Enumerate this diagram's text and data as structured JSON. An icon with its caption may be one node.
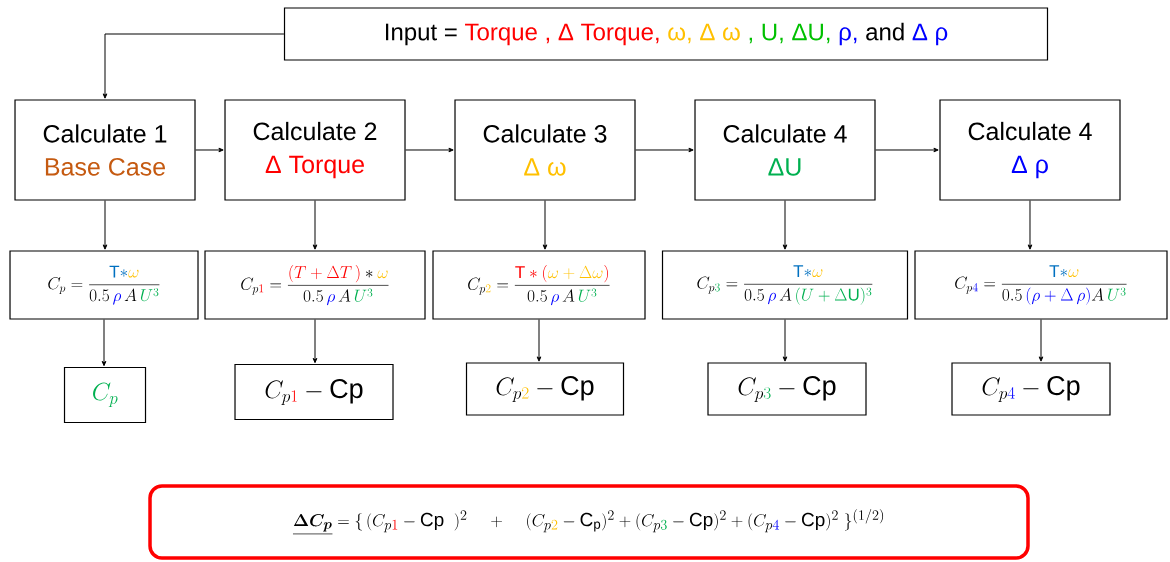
{
  "diagram": {
    "nodes": [
      {
        "text": [
          "Input =",
          "Torque , Δ Torque,",
          "ω, Δ ω",
          ", U, ΔU,",
          "ρ,",
          "and",
          "Δ ρ"
        ]
      },
      {
        "text": [
          "Calculate 1",
          "Base Case"
        ]
      },
      {
        "text": [
          "Calculate 2",
          "Δ Torque"
        ]
      },
      {
        "text": [
          "Calculate 3",
          "Δ ω"
        ]
      },
      {
        "text": [
          "Calculate 4",
          "ΔU"
        ]
      },
      {
        "text": [
          "Calculate 4",
          "Δ ρ"
        ]
      },
      {
        "text": [
          "C_p = \\frac{\\textcolor{cT}{\\mathrm{T} * }\\textcolor{cO}{\\omega}}{0.5\\,\\textcolor{cB}{\\rho}\\,A\\,\\textcolor{cG}{U^3}}"
        ]
      },
      {
        "text": [
          "C_{p\\textcolor{cR}{1}} = \\frac{\\textcolor{cR}{(T + \\Delta T\\,)}*\\textcolor{cO}{\\omega}}{0.5\\,\\textcolor{cB}{\\rho}\\,A\\,\\textcolor{cG}{U^3}}"
        ]
      },
      {
        "text": [
          "C_{p\\textcolor{cO}{2}} = \\frac{\\textcolor{cR}{\\mathrm{T} * (}\\textcolor{cO}{\\omega + \\Delta\\omega}\\textcolor{cR}{)}}{0.5\\,\\textcolor{cB}{\\rho}\\,A\\,\\textcolor{cG}{U^3}}"
        ]
      },
      {
        "text": [
          "C_{p\\textcolor{cG}{3}} = \\frac{\\textcolor{cT}{\\mathrm{T} * }\\textcolor{cO}{\\omega}}{0.5\\,\\textcolor{cB}{\\rho}\\,A\\,\\textcolor{cG}{(U + \\Delta\\mathrm{U})^3}}"
        ]
      },
      {
        "text": [
          "C_{p\\textcolor{cB}{4}} = \\frac{\\textcolor{cT}{\\mathrm{T} * }\\textcolor{cO}{\\omega}}{0.5\\,\\textcolor{cB}{(\\rho + \\Delta\\,\\rho)}A\\,\\textcolor{cG}{U^3}}"
        ]
      },
      {
        "text": [
          "\\textcolor{cG}{C_p}"
        ]
      },
      {
        "text": [
          "C_{p\\textcolor{cR}{1}} - \\mathrm{Cp}"
        ]
      },
      {
        "text": [
          "C_{p\\textcolor{cO}{2}} - \\mathrm{Cp}"
        ]
      },
      {
        "text": [
          "C_{p\\textcolor{cG}{3}} - \\mathrm{Cp}"
        ]
      },
      {
        "text": [
          "C_{p\\textcolor{cB}{4}} - \\mathrm{Cp}"
        ]
      },
      {
        "text": [
          "\\underline{\\boldsymbol{\\Delta C_p}} = \\{\\,(C_{p\\textcolor{cR}{1}} - \\mathrm{Cp}\\;\\;)^2 \\quad + \\quad (C_{p\\textcolor{cO}{2}} - \\mathrm{C_p})^2 + (C_{p\\textcolor{cG}{3}} - \\mathrm{Cp})^2 + (C_{p\\textcolor{cB}{4}} - \\mathrm{Cp})^2\\;\\}^{(1/2)}"
        ]
      }
    ],
    "edges": [
      {
        "from": 0,
        "to": 1,
        "arrow": "to"
      },
      {
        "from": 1,
        "to": 2,
        "arrow": "to"
      },
      {
        "from": 2,
        "to": 3,
        "arrow": "to"
      },
      {
        "from": 3,
        "to": 4,
        "arrow": "to"
      },
      {
        "from": 4,
        "to": 5,
        "arrow": "to"
      },
      {
        "from": 1,
        "to": 6,
        "arrow": "to"
      },
      {
        "from": 2,
        "to": 7,
        "arrow": "to"
      },
      {
        "from": 3,
        "to": 8,
        "arrow": "to"
      },
      {
        "from": 4,
        "to": 9,
        "arrow": "to"
      },
      {
        "from": 5,
        "to": 10,
        "arrow": "to"
      },
      {
        "from": 6,
        "to": 11,
        "arrow": "to"
      },
      {
        "from": 7,
        "to": 12,
        "arrow": "to"
      },
      {
        "from": 8,
        "to": 13,
        "arrow": "to"
      },
      {
        "from": 9,
        "to": 14,
        "arrow": "to"
      },
      {
        "from": 10,
        "to": 15,
        "arrow": "to"
      }
    ]
  }
}
